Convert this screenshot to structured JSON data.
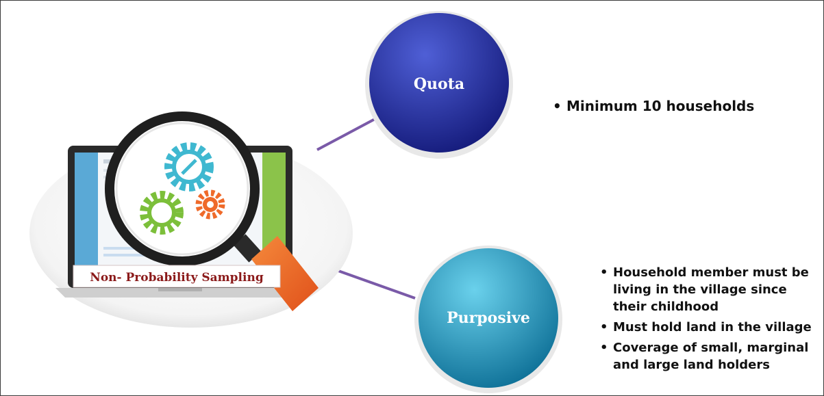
{
  "illustration": {
    "caption": "Non- Probability Sampling",
    "icons": [
      "laptop-icon",
      "magnifying-glass-icon",
      "gear-icon",
      "compass-gear-icon"
    ]
  },
  "nodes": [
    {
      "label": "Quota",
      "color_top": "#4f5fd6",
      "color_bottom": "#141a7a",
      "bullets": [
        "Minimum 10 households"
      ]
    },
    {
      "label": "Purposive",
      "color_top": "#6ad1ec",
      "color_bottom": "#0d6f96",
      "bullets": [
        [
          "Household member must be",
          "living in the village since",
          "their childhood"
        ],
        [
          "Must hold land in the village"
        ],
        [
          "Coverage of small, marginal",
          "and large land holders"
        ]
      ]
    }
  ],
  "colors": {
    "connector": "#7a5aa8",
    "laptop_frame": "#2a2a2a",
    "screen_green": "#8bc34a",
    "screen_blue": "#5aa9d6",
    "gear_cyan": "#3fb8d0",
    "gear_green": "#7cbf3a",
    "gear_orange": "#ef6a2a",
    "handle_orange": "#ef6a2a"
  }
}
